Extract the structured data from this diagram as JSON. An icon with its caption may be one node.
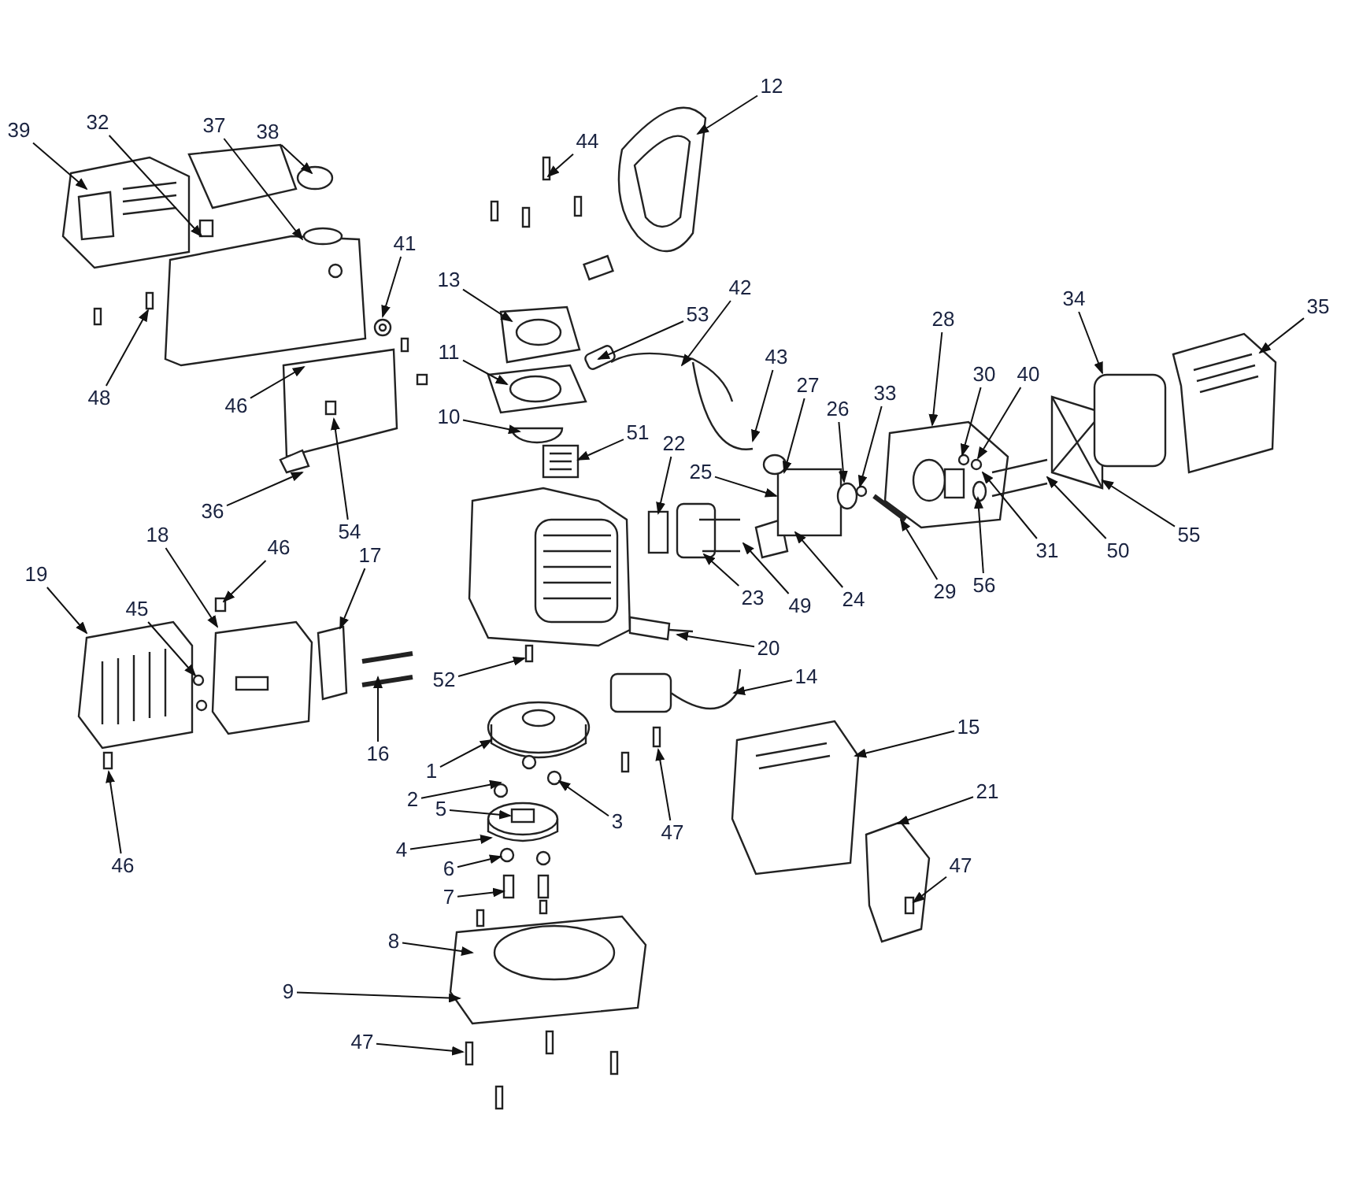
{
  "diagram": {
    "nodes": [
      {
        "text": [
          "39"
        ]
      },
      {
        "text": [
          "32"
        ]
      },
      {
        "text": [
          "37"
        ]
      },
      {
        "text": [
          "38"
        ]
      },
      {
        "text": [
          "44"
        ]
      },
      {
        "text": [
          "12"
        ]
      },
      {
        "text": [
          "41"
        ]
      },
      {
        "text": [
          "13"
        ]
      },
      {
        "text": [
          "11"
        ]
      },
      {
        "text": [
          "10"
        ]
      },
      {
        "text": [
          "48"
        ]
      },
      {
        "text": [
          "46"
        ]
      },
      {
        "text": [
          "36"
        ]
      },
      {
        "text": [
          "54"
        ]
      },
      {
        "text": [
          "42"
        ]
      },
      {
        "text": [
          "53"
        ]
      },
      {
        "text": [
          "43"
        ]
      },
      {
        "text": [
          "27"
        ]
      },
      {
        "text": [
          "28"
        ]
      },
      {
        "text": [
          "30"
        ]
      },
      {
        "text": [
          "40"
        ]
      },
      {
        "text": [
          "34"
        ]
      },
      {
        "text": [
          "35"
        ]
      },
      {
        "text": [
          "51"
        ]
      },
      {
        "text": [
          "22"
        ]
      },
      {
        "text": [
          "26"
        ]
      },
      {
        "text": [
          "33"
        ]
      },
      {
        "text": [
          "25"
        ]
      },
      {
        "text": [
          "31"
        ]
      },
      {
        "text": [
          "50"
        ]
      },
      {
        "text": [
          "55"
        ]
      },
      {
        "text": [
          "56"
        ]
      },
      {
        "text": [
          "29"
        ]
      },
      {
        "text": [
          "24"
        ]
      },
      {
        "text": [
          "49"
        ]
      },
      {
        "text": [
          "23"
        ]
      },
      {
        "text": [
          "19"
        ]
      },
      {
        "text": [
          "18"
        ]
      },
      {
        "text": [
          "46"
        ]
      },
      {
        "text": [
          "45"
        ]
      },
      {
        "text": [
          "17"
        ]
      },
      {
        "text": [
          "16"
        ]
      },
      {
        "text": [
          "20"
        ]
      },
      {
        "text": [
          "52"
        ]
      },
      {
        "text": [
          "14"
        ]
      },
      {
        "text": [
          "1"
        ]
      },
      {
        "text": [
          "15"
        ]
      },
      {
        "text": [
          "47"
        ]
      },
      {
        "text": [
          "2"
        ]
      },
      {
        "text": [
          "5"
        ]
      },
      {
        "text": [
          "3"
        ]
      },
      {
        "text": [
          "4"
        ]
      },
      {
        "text": [
          "21"
        ]
      },
      {
        "text": [
          "6"
        ]
      },
      {
        "text": [
          "47"
        ]
      },
      {
        "text": [
          "7"
        ]
      },
      {
        "text": [
          "8"
        ]
      },
      {
        "text": [
          "9"
        ]
      },
      {
        "text": [
          "47"
        ]
      },
      {
        "text": [
          "46"
        ]
      }
    ],
    "edges": [
      {
        "from": 0,
        "to": null,
        "arrow": "to"
      },
      {
        "from": 1,
        "to": null,
        "arrow": "to"
      },
      {
        "from": 2,
        "to": null,
        "arrow": "to"
      },
      {
        "from": 3,
        "to": null,
        "arrow": "to"
      },
      {
        "from": 4,
        "to": null,
        "arrow": "to"
      },
      {
        "from": 5,
        "to": null,
        "arrow": "to"
      },
      {
        "from": 6,
        "to": null,
        "arrow": "to"
      },
      {
        "from": 7,
        "to": null,
        "arrow": "to"
      },
      {
        "from": 8,
        "to": null,
        "arrow": "to"
      },
      {
        "from": 9,
        "to": null,
        "arrow": "to"
      },
      {
        "from": 10,
        "to": null,
        "arrow": "to"
      },
      {
        "from": 11,
        "to": null,
        "arrow": "to"
      },
      {
        "from": 12,
        "to": null,
        "arrow": "to"
      },
      {
        "from": 13,
        "to": null,
        "arrow": "to"
      },
      {
        "from": 14,
        "to": null,
        "arrow": "to"
      },
      {
        "from": 15,
        "to": null,
        "arrow": "to"
      },
      {
        "from": 16,
        "to": null,
        "arrow": "to"
      },
      {
        "from": 17,
        "to": null,
        "arrow": "to"
      },
      {
        "from": 18,
        "to": null,
        "arrow": "to"
      },
      {
        "from": 19,
        "to": null,
        "arrow": "to"
      },
      {
        "from": 20,
        "to": null,
        "arrow": "to"
      },
      {
        "from": 21,
        "to": null,
        "arrow": "to"
      },
      {
        "from": 22,
        "to": null,
        "arrow": "to"
      },
      {
        "from": 23,
        "to": null,
        "arrow": "to"
      },
      {
        "from": 24,
        "to": null,
        "arrow": "to"
      },
      {
        "from": 25,
        "to": null,
        "arrow": "to"
      },
      {
        "from": 26,
        "to": null,
        "arrow": "to"
      },
      {
        "from": 27,
        "to": null,
        "arrow": "to"
      },
      {
        "from": 28,
        "to": null,
        "arrow": "to"
      },
      {
        "from": 29,
        "to": null,
        "arrow": "to"
      },
      {
        "from": 30,
        "to": null,
        "arrow": "to"
      },
      {
        "from": 31,
        "to": null,
        "arrow": "to"
      },
      {
        "from": 32,
        "to": null,
        "arrow": "to"
      },
      {
        "from": 33,
        "to": null,
        "arrow": "to"
      },
      {
        "from": 34,
        "to": null,
        "arrow": "to"
      },
      {
        "from": 35,
        "to": null,
        "arrow": "to"
      },
      {
        "from": 36,
        "to": null,
        "arrow": "to"
      },
      {
        "from": 37,
        "to": null,
        "arrow": "to"
      },
      {
        "from": 38,
        "to": null,
        "arrow": "to"
      },
      {
        "from": 39,
        "to": null,
        "arrow": "to"
      },
      {
        "from": 40,
        "to": null,
        "arrow": "to"
      },
      {
        "from": 41,
        "to": null,
        "arrow": "to"
      },
      {
        "from": 42,
        "to": null,
        "arrow": "to"
      },
      {
        "from": 43,
        "to": null,
        "arrow": "to"
      },
      {
        "from": 44,
        "to": null,
        "arrow": "to"
      },
      {
        "from": 45,
        "to": null,
        "arrow": "to"
      },
      {
        "from": 46,
        "to": null,
        "arrow": "to"
      },
      {
        "from": 47,
        "to": null,
        "arrow": "to"
      },
      {
        "from": 48,
        "to": null,
        "arrow": "to"
      },
      {
        "from": 49,
        "to": null,
        "arrow": "to"
      },
      {
        "from": 50,
        "to": null,
        "arrow": "to"
      },
      {
        "from": 51,
        "to": null,
        "arrow": "to"
      },
      {
        "from": 52,
        "to": null,
        "arrow": "to"
      },
      {
        "from": 53,
        "to": null,
        "arrow": "to"
      },
      {
        "from": 54,
        "to": null,
        "arrow": "to"
      },
      {
        "from": 55,
        "to": null,
        "arrow": "to"
      },
      {
        "from": 56,
        "to": null,
        "arrow": "to"
      },
      {
        "from": 57,
        "to": null,
        "arrow": "to"
      },
      {
        "from": 58,
        "to": null,
        "arrow": "to"
      },
      {
        "from": 59,
        "to": null,
        "arrow": "to"
      }
    ]
  }
}
